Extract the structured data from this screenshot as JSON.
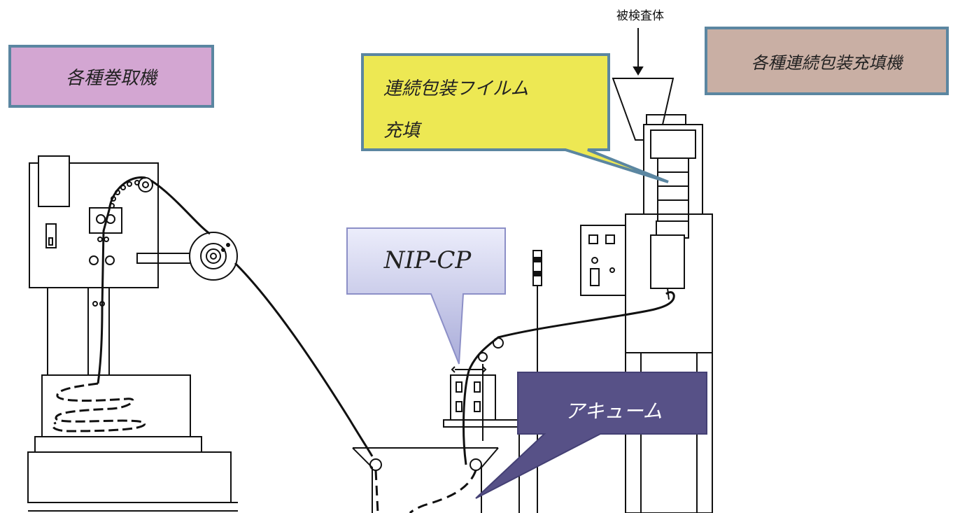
{
  "labels": {
    "detected_object": "被検査体",
    "winders": "各種巻取機",
    "fillers": "各種連続包装充填機",
    "film_line1": "連続包装フイルム",
    "film_line2": "充填",
    "nip_cp": "NIP-CP",
    "accumulator": "アキューム"
  },
  "colors": {
    "winder_box": "#d3a6d2",
    "filler_box": "#c9afa4",
    "box_border": "#5b86a1",
    "film_callout": "#ede853",
    "nip_callout": "#c9cbee",
    "accumulator_callout": "#575187"
  }
}
